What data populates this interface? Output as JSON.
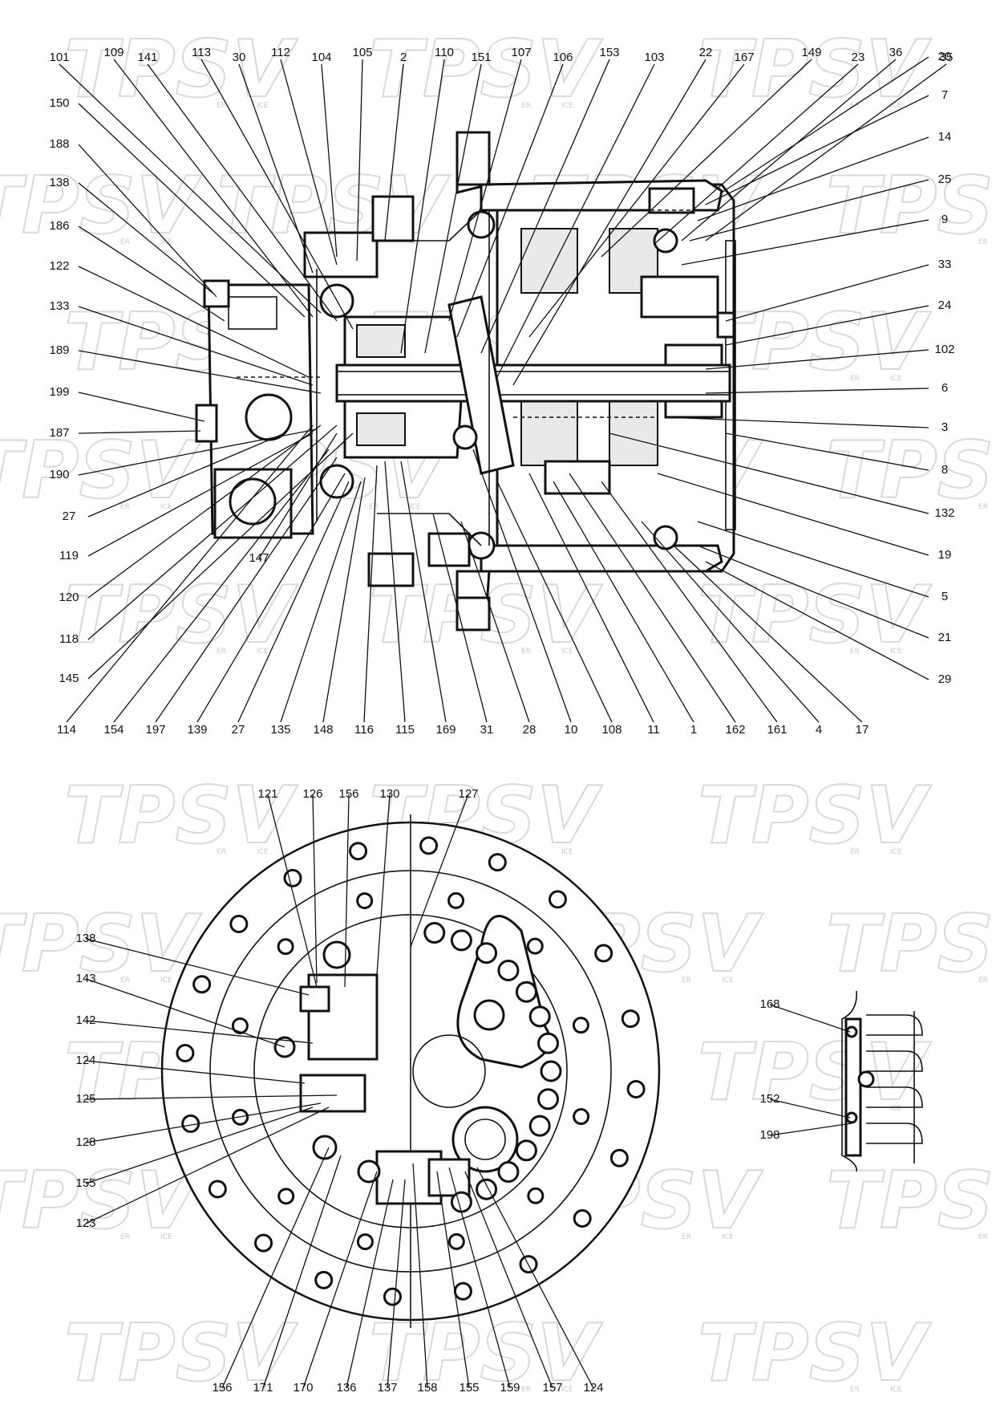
{
  "watermark": {
    "text": "TPSV",
    "sub_left": "ER",
    "sub_right": "ICE"
  },
  "views": {
    "section": {
      "labels_top": [
        "101",
        "109",
        "141",
        "113",
        "30",
        "112",
        "104",
        "105",
        "2",
        "110",
        "151",
        "107",
        "106",
        "153",
        "103",
        "22",
        "167",
        "149",
        "23",
        "36",
        "35"
      ],
      "labels_left": [
        "150",
        "188",
        "138",
        "186",
        "122",
        "133",
        "189",
        "199",
        "187",
        "190",
        "27",
        "119",
        "120",
        "118",
        "145"
      ],
      "labels_right": [
        "20",
        "7",
        "14",
        "25",
        "9",
        "33",
        "24",
        "102",
        "6",
        "3",
        "8",
        "132",
        "19",
        "5",
        "21",
        "29"
      ],
      "labels_bottom": [
        "114",
        "154",
        "197",
        "139",
        "27",
        "135",
        "148",
        "116",
        "115",
        "169",
        "31",
        "28",
        "10",
        "108",
        "11",
        "1",
        "162",
        "161",
        "4",
        "17"
      ],
      "label_147": "147"
    },
    "front": {
      "labels_top": [
        "121",
        "126",
        "156",
        "130",
        "127"
      ],
      "labels_left": [
        "138",
        "143",
        "142",
        "124",
        "125",
        "128",
        "155",
        "123"
      ],
      "labels_bottom": [
        "156",
        "171",
        "170",
        "136",
        "137",
        "158",
        "155",
        "159",
        "157",
        "124"
      ]
    },
    "detail": {
      "labels": [
        "168",
        "152",
        "198"
      ]
    }
  }
}
